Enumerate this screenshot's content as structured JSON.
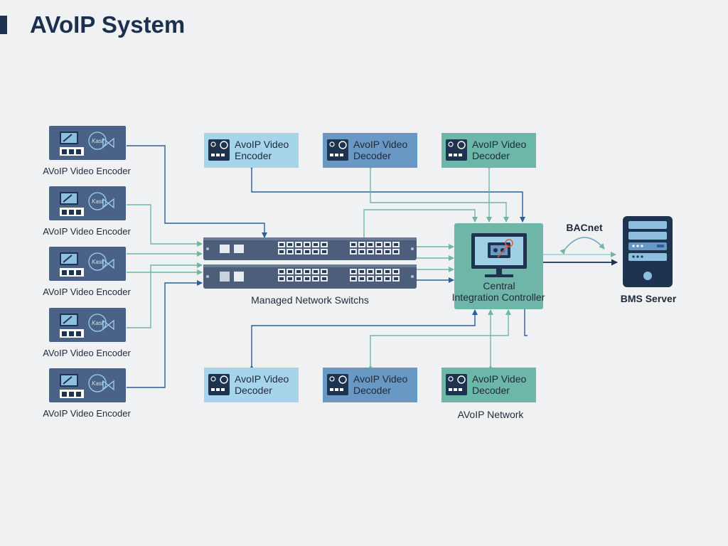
{
  "title": "AVoIP System",
  "left_encoders": {
    "labels": [
      "AVoIP Video Encoder",
      "AVoIP Video Encoder",
      "AVoIP Video Encoder",
      "AVoIP Video Encoder",
      "AVoIP Video Encoder"
    ],
    "badge": "Kast"
  },
  "top_devices": [
    {
      "line1": "AvoIP Video",
      "line2": "Encoder",
      "color": "#a6d4ea"
    },
    {
      "line1": "AvoIP Video",
      "line2": "Decoder",
      "color": "#6a98c4"
    },
    {
      "line1": "AvoIP Video",
      "line2": "Decoder",
      "color": "#6cb7a8"
    }
  ],
  "bottom_devices": [
    {
      "line1": "AvoIP Video",
      "line2": "Decoder",
      "color": "#a6d4ea"
    },
    {
      "line1": "AvoIP Video",
      "line2": "Decoder",
      "color": "#6a98c4"
    },
    {
      "line1": "AvoIP Video",
      "line2": "Decoder",
      "color": "#6cb7a8"
    }
  ],
  "switches_label": "Managed Network Switchs",
  "controller": {
    "line1": "Central",
    "line2": "Integration Controller"
  },
  "bacnet_label": "BACnet",
  "bms_label": "BMS Server",
  "network_label": "AVoIP Network",
  "colors": {
    "dark": "#1e3350",
    "navy": "#2b5f9c",
    "teal": "#6fb6a8",
    "switch": "#4d5e7a",
    "encoder": "#4a6287"
  }
}
